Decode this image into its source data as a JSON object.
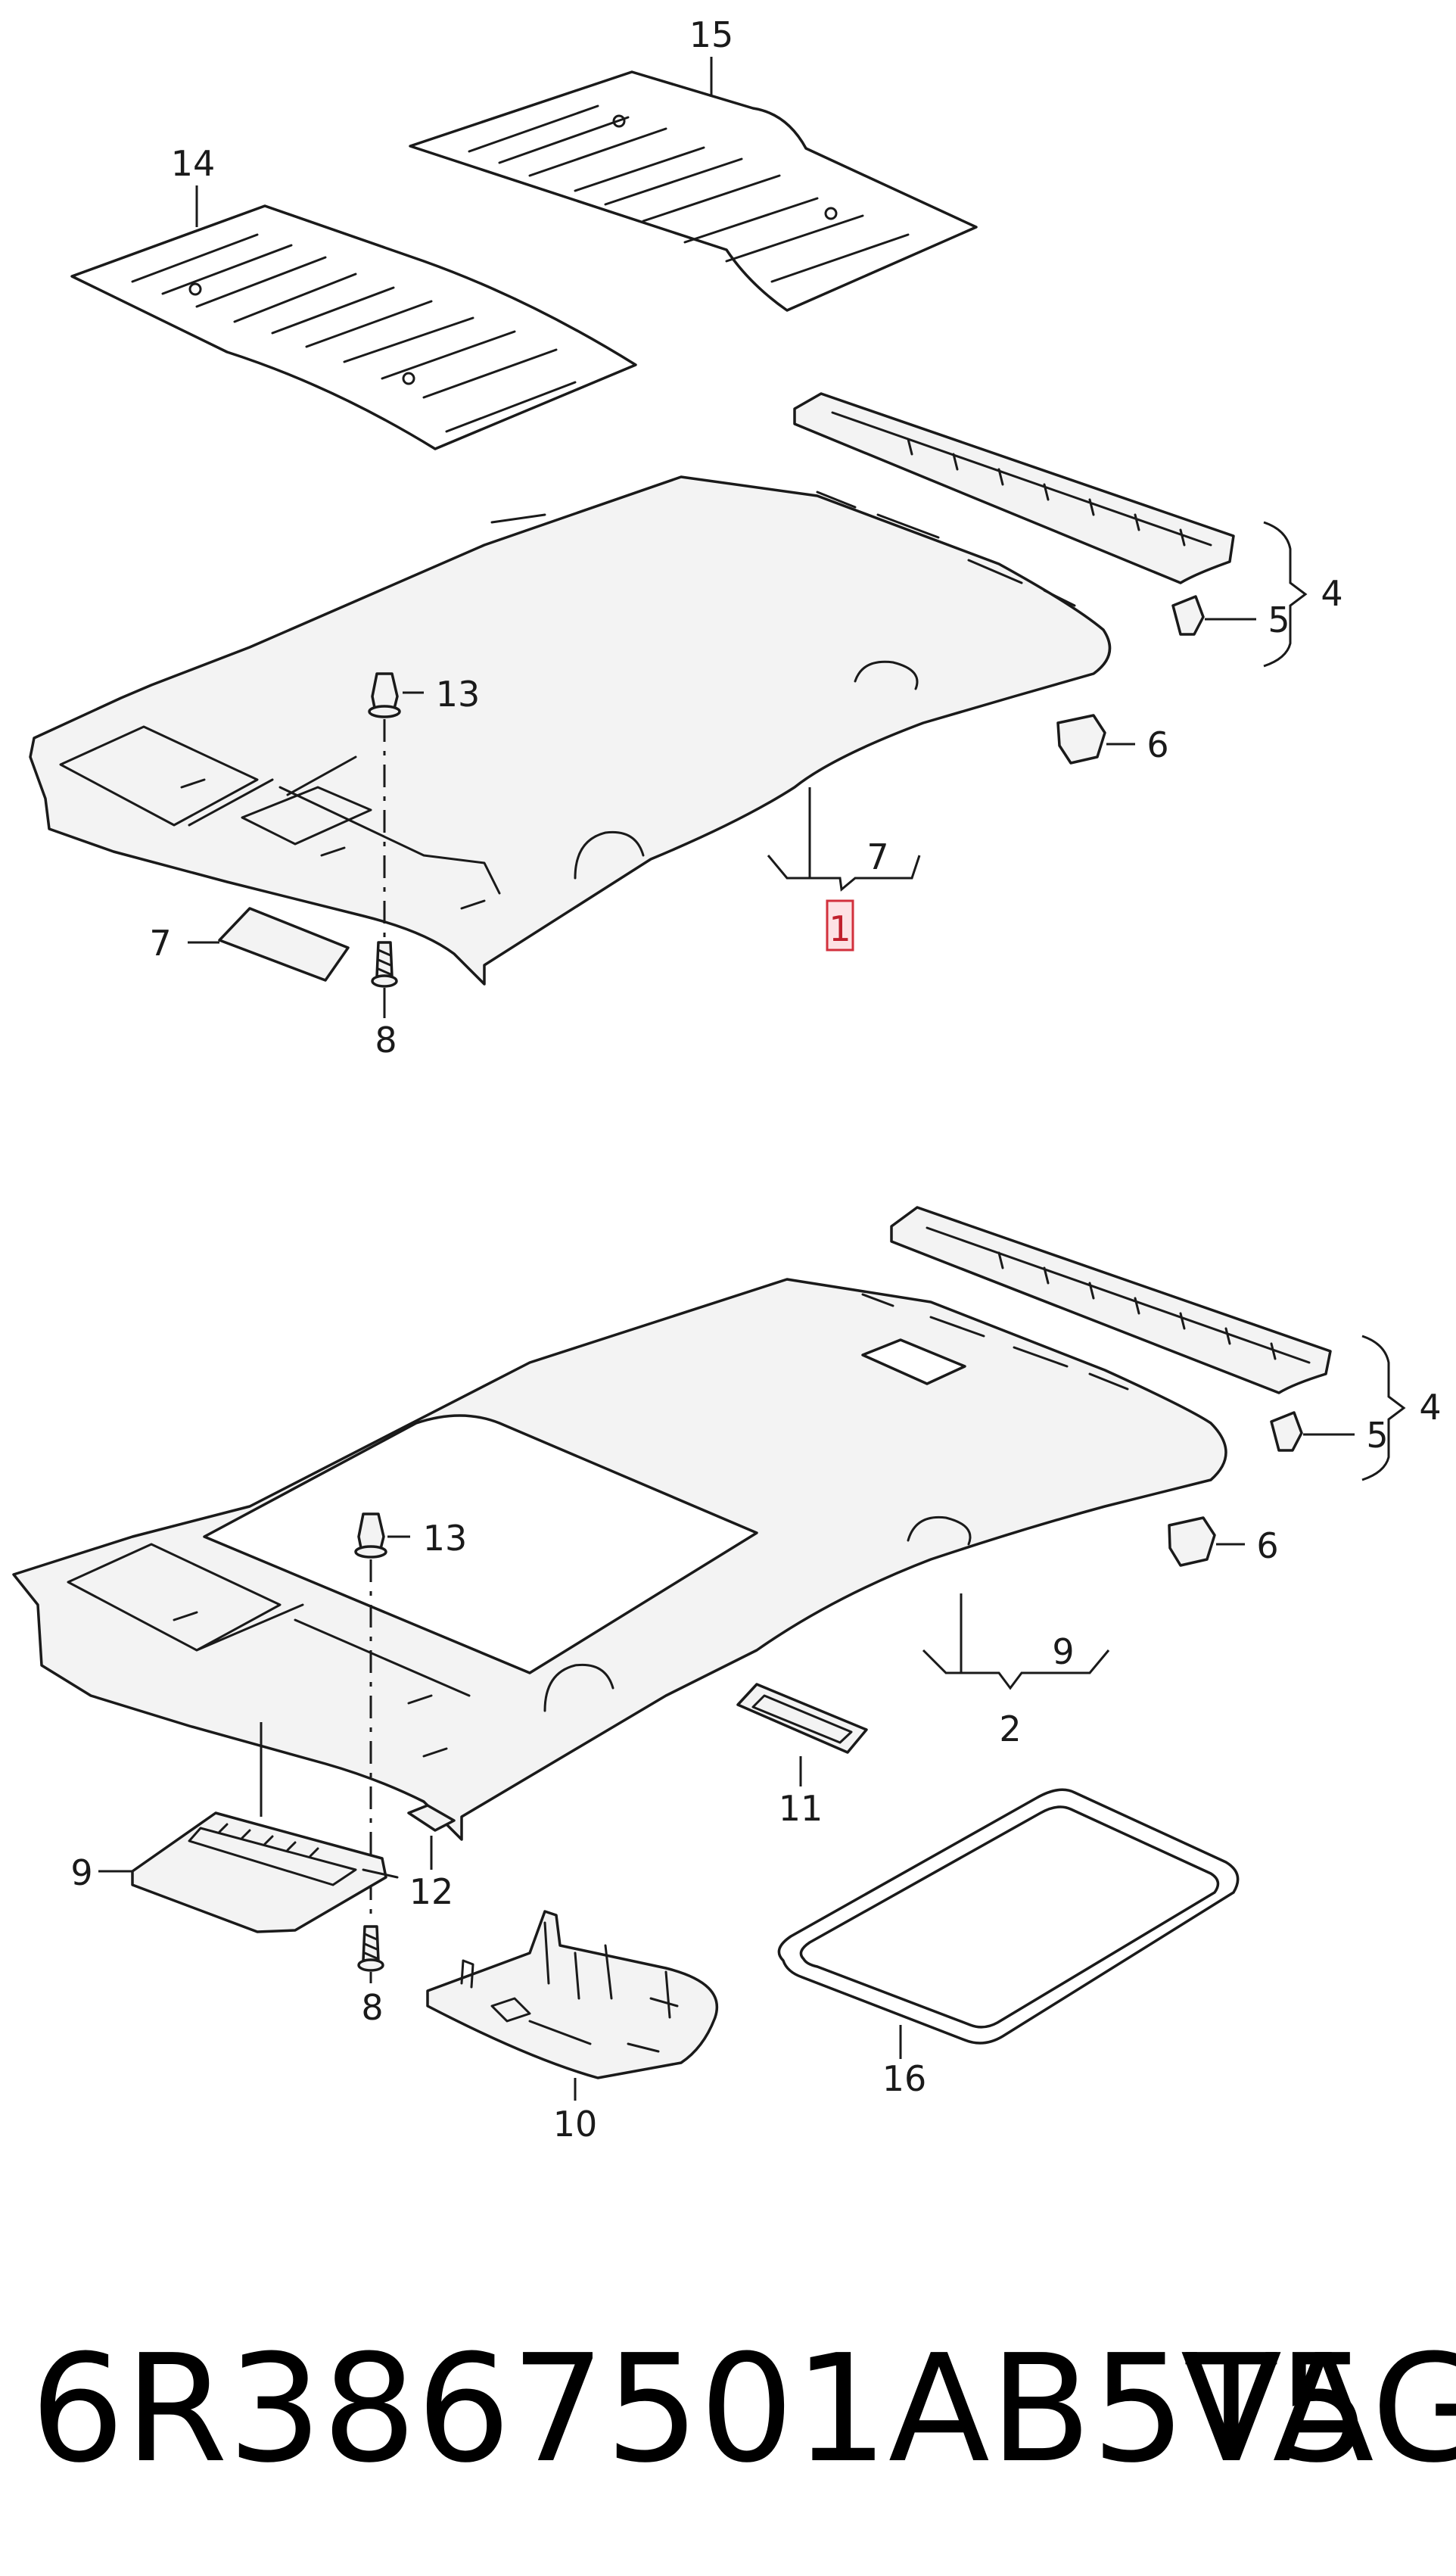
{
  "callouts": {
    "top": {
      "c15": "15",
      "c14": "14",
      "c4": "4",
      "c5": "5",
      "c6": "6",
      "c13": "13",
      "c7_left": "7",
      "c7_right": "7",
      "c8": "8",
      "c1": "1"
    },
    "bottom": {
      "c4": "4",
      "c5": "5",
      "c6": "6",
      "c13": "13",
      "c9_right": "9",
      "c2": "2",
      "c11": "11",
      "c9_left": "9",
      "c12": "12",
      "c8": "8",
      "c16": "16",
      "c10": "10"
    }
  },
  "footer": {
    "part_number": "6R3867501AB5T5",
    "brand": "VAG"
  },
  "colors": {
    "line": "#1a1a1a",
    "part_fill": "#f3f3f3",
    "highlight_fill": "#fde2e4",
    "highlight_stroke": "#d2303c"
  }
}
